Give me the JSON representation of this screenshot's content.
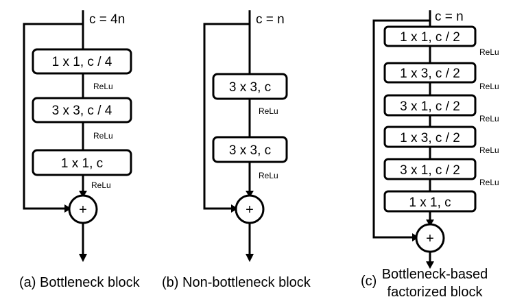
{
  "panel_a": {
    "channel_label": "c = 4n",
    "layers": [
      "1 x 1, c / 4",
      "3 x 3, c / 4",
      "1 x 1, c"
    ],
    "activation": "ReLu",
    "sum_symbol": "+",
    "caption": "(a) Bottleneck block"
  },
  "panel_b": {
    "channel_label": "c = n",
    "layers": [
      "3 x 3, c",
      "3 x 3, c"
    ],
    "activation": "ReLu",
    "sum_symbol": "+",
    "caption": "(b) Non-bottleneck block"
  },
  "panel_c": {
    "channel_label": "c = n",
    "layers": [
      "1 x 1, c / 2",
      "1 x 3, c / 2",
      "3 x 1, c / 2",
      "1 x 3, c / 2",
      "3 x 1, c / 2",
      "1 x 1, c"
    ],
    "activation": "ReLu",
    "sum_symbol": "+",
    "caption_prefix": "(c)",
    "caption_line1": "Bottleneck-based",
    "caption_line2": "factorized block"
  }
}
